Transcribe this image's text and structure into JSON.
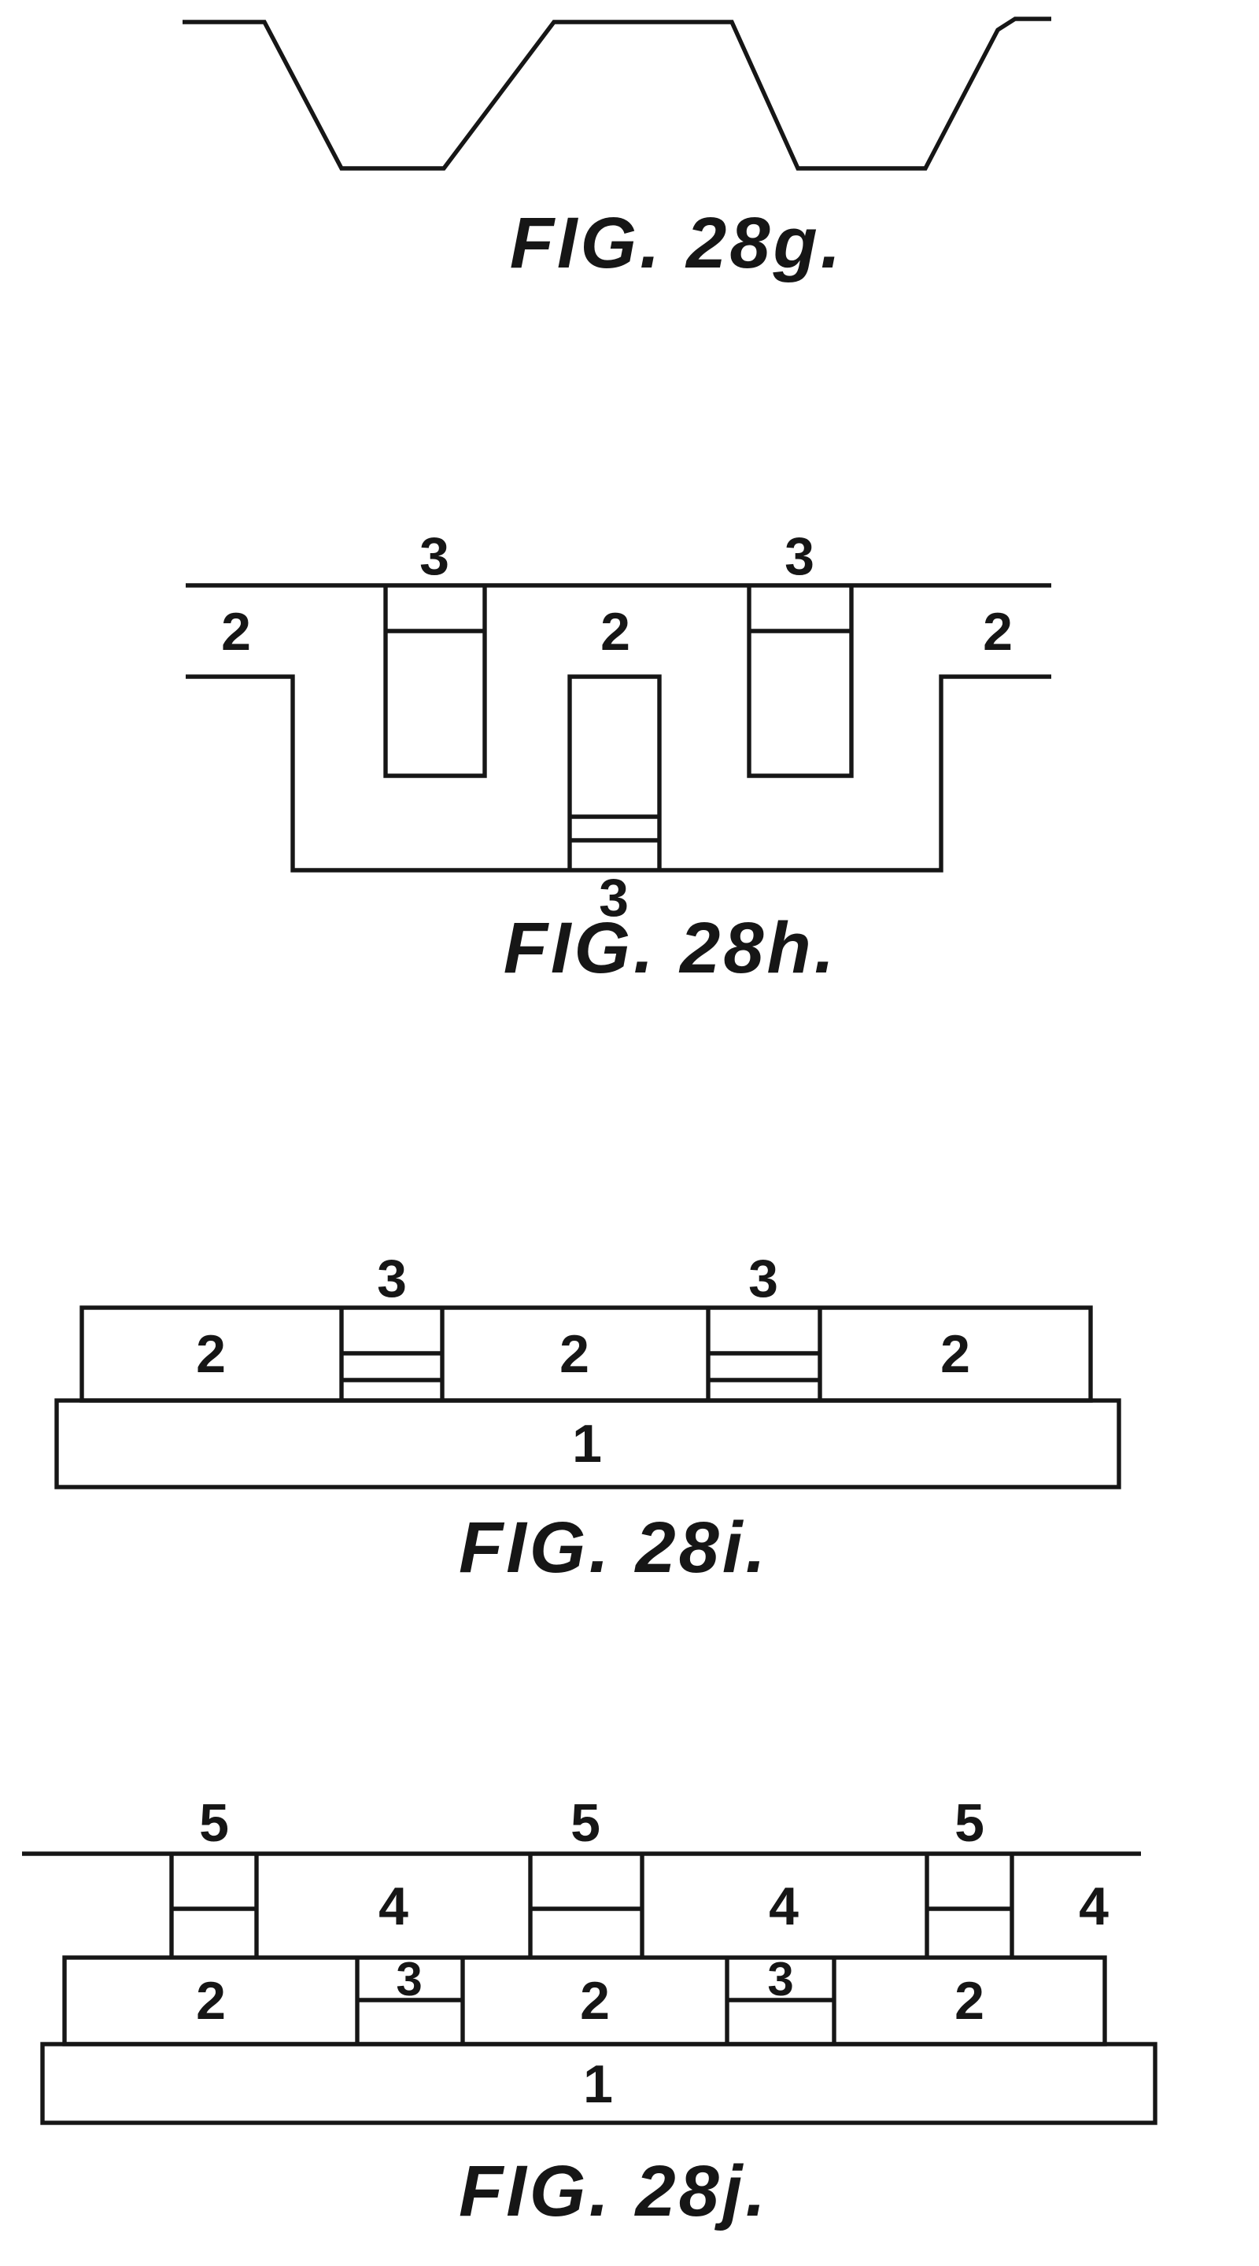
{
  "page": {
    "background_color": "#ffffff",
    "ink_color": "#161616"
  },
  "figures": {
    "fig28g": {
      "caption": "FIG. 28g."
    },
    "fig28h": {
      "caption": "FIG. 28h.",
      "labels": {
        "groove_left": "3",
        "groove_right": "3",
        "region_left": "2",
        "region_center": "2",
        "region_right": "2",
        "trench_bottom_stripe": "3"
      }
    },
    "fig28i": {
      "caption": "FIG. 28i.",
      "labels": {
        "plug_left": "3",
        "plug_right": "3",
        "region_left": "2",
        "region_center": "2",
        "region_right": "2",
        "substrate": "1"
      }
    },
    "fig28j": {
      "caption": "FIG. 28j.",
      "labels": {
        "cap_left": "5",
        "cap_center": "5",
        "cap_right": "5",
        "layer4_left": "4",
        "layer4_center": "4",
        "layer4_right": "4",
        "region_left": "2",
        "plug_left": "3",
        "region_center": "2",
        "plug_right": "3",
        "region_right": "2",
        "substrate": "1"
      }
    }
  }
}
